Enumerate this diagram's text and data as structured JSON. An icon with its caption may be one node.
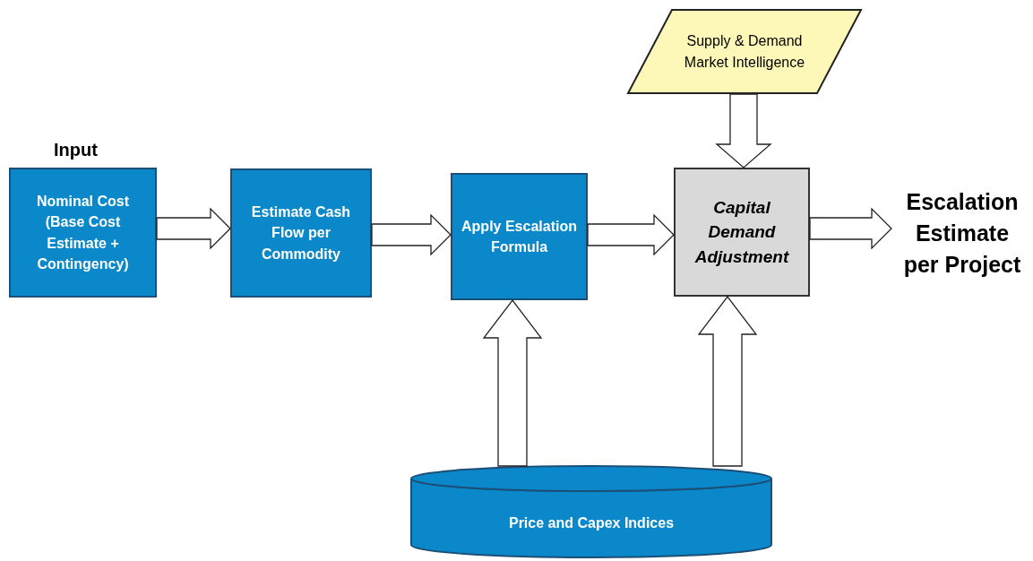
{
  "diagram": {
    "nodes": [
      {
        "text": [
          "Input",
          "Nominal Cost (Base Cost Estimate + Contingency)"
        ]
      },
      {
        "text": [
          "Estimate Cash Flow per Commodity"
        ]
      },
      {
        "text": [
          "Apply Escalation Formula"
        ]
      },
      {
        "text": [
          "Capital Demand Adjustment"
        ]
      },
      {
        "text": [
          "Supply & Demand Market Intelligence"
        ]
      },
      {
        "text": [
          "Escalation Estimate per Project"
        ]
      },
      {
        "text": [
          "Price and Capex Indices"
        ]
      }
    ],
    "edges": [
      {
        "from": 0,
        "to": 1,
        "arrow": "to"
      },
      {
        "from": 1,
        "to": 2,
        "arrow": "to"
      },
      {
        "from": 2,
        "to": 3,
        "arrow": "to"
      },
      {
        "from": 3,
        "to": 5,
        "arrow": "to"
      },
      {
        "from": 4,
        "to": 3,
        "arrow": "to"
      },
      {
        "from": 6,
        "to": 2,
        "arrow": "to"
      },
      {
        "from": 6,
        "to": 3,
        "arrow": "to"
      }
    ]
  }
}
